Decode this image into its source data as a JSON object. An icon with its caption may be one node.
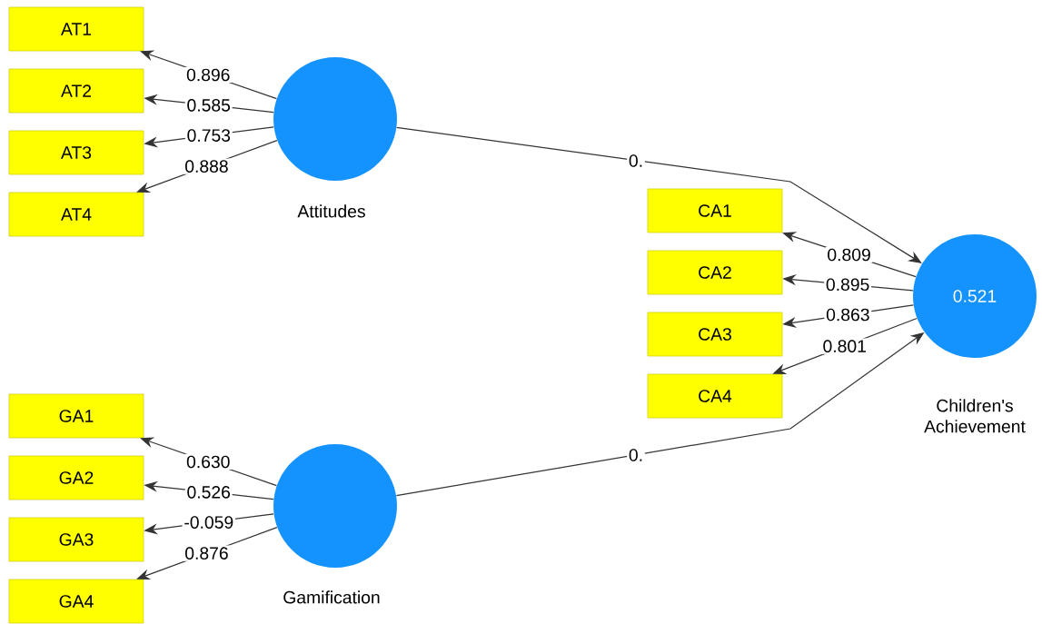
{
  "diagram": {
    "nodes": [
      {
        "text": [
          "AT1"
        ]
      },
      {
        "text": [
          "AT2"
        ]
      },
      {
        "text": [
          "AT3"
        ]
      },
      {
        "text": [
          "AT4"
        ]
      },
      {
        "text": [
          "Attitudes"
        ]
      },
      {
        "text": [
          "CA1"
        ]
      },
      {
        "text": [
          "CA2"
        ]
      },
      {
        "text": [
          "CA3"
        ]
      },
      {
        "text": [
          "CA4"
        ]
      },
      {
        "text": [
          "0.521",
          "Children's Achievement"
        ]
      },
      {
        "text": [
          "GA1"
        ]
      },
      {
        "text": [
          "GA2"
        ]
      },
      {
        "text": [
          "GA3"
        ]
      },
      {
        "text": [
          "GA4"
        ]
      },
      {
        "text": [
          "Gamification"
        ]
      }
    ],
    "edges": [
      {
        "from": 4,
        "to": 0,
        "arrow": "to",
        "label": "0.896"
      },
      {
        "from": 4,
        "to": 1,
        "arrow": "to",
        "label": "0.585"
      },
      {
        "from": 4,
        "to": 2,
        "arrow": "to",
        "label": "0.753"
      },
      {
        "from": 4,
        "to": 3,
        "arrow": "to",
        "label": "0.888"
      },
      {
        "from": 4,
        "to": 9,
        "arrow": "to",
        "label": "0."
      },
      {
        "from": 9,
        "to": 5,
        "arrow": "to",
        "label": "0.809"
      },
      {
        "from": 9,
        "to": 6,
        "arrow": "to",
        "label": "0.895"
      },
      {
        "from": 9,
        "to": 7,
        "arrow": "to",
        "label": "0.863"
      },
      {
        "from": 9,
        "to": 8,
        "arrow": "to",
        "label": "0.801"
      },
      {
        "from": 14,
        "to": 9,
        "arrow": "to",
        "label": "0."
      },
      {
        "from": 14,
        "to": 10,
        "arrow": "to",
        "label": "0.630"
      },
      {
        "from": 14,
        "to": 11,
        "arrow": "to",
        "label": "0.526"
      },
      {
        "from": 14,
        "to": 12,
        "arrow": "to",
        "label": "-0.059"
      },
      {
        "from": 14,
        "to": 13,
        "arrow": "to",
        "label": "0.876"
      }
    ]
  }
}
